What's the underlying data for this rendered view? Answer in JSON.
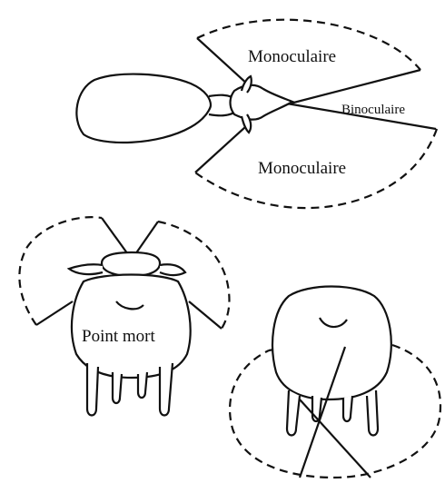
{
  "labels": {
    "monocular_top": "Monoculaire",
    "binocular": "Binoculaire",
    "monocular_bottom": "Monoculaire",
    "blind_spot": "Point mort"
  },
  "colors": {
    "ink": "#111111",
    "fleece": "#ffffff",
    "background": "#ffffff"
  }
}
